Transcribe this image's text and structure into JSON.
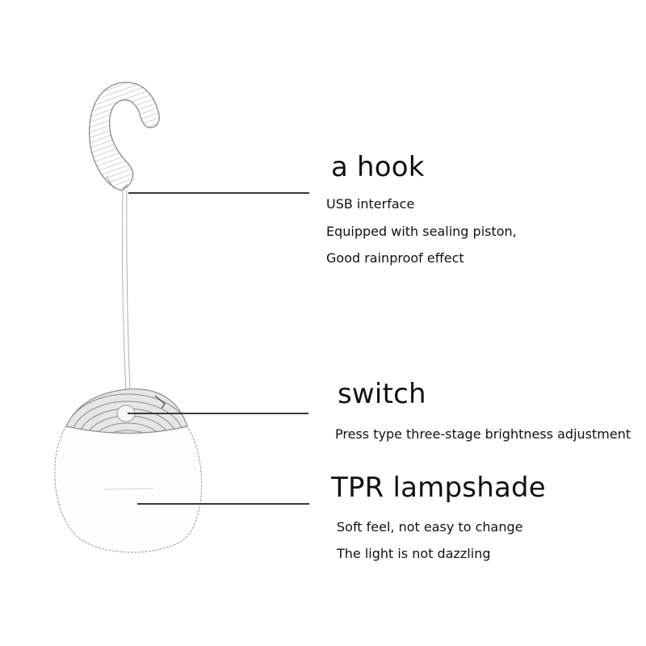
{
  "callouts": [
    {
      "title": "a hook",
      "lines": [
        "USB interface",
        "Equipped with sealing piston,",
        "Good rainproof effect"
      ]
    },
    {
      "title": "switch",
      "lines": [
        "Press type three-stage brightness adjustment"
      ]
    },
    {
      "title": "TPR lampshade",
      "lines": [
        "Soft feel, not easy to change",
        "The light is not dazzling"
      ]
    }
  ],
  "colors": {
    "background": "#ffffff",
    "text": "#111111",
    "leader_line": "#3a3a3a",
    "sketch_stroke": "#8a8a8a"
  }
}
